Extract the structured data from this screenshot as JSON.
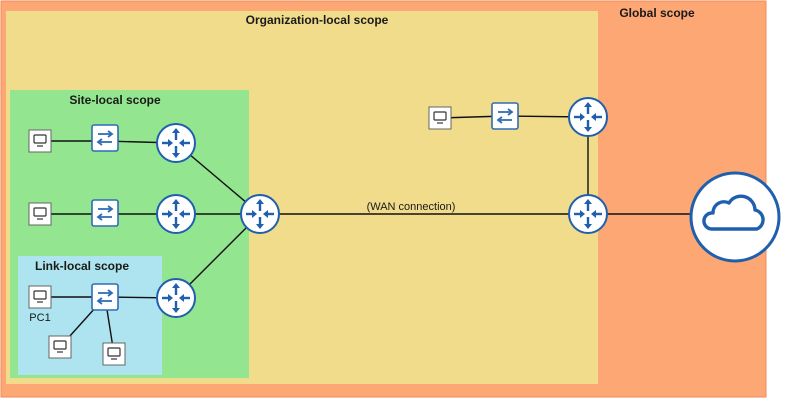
{
  "scopes": {
    "global": "Global scope",
    "organization_local": "Organization-local scope",
    "site_local": "Site-local scope",
    "link_local": "Link-local scope"
  },
  "labels": {
    "wan_connection": "(WAN connection)",
    "pc1": "PC1"
  },
  "colors": {
    "global_bg": "#fca774",
    "global_border": "#f38a55",
    "organization_bg": "#f0dc8a",
    "site_bg": "#93e58f",
    "link_bg": "#aee3f0",
    "device_blue": "#2f6db5",
    "node_outline": "#1f5fae"
  },
  "icons": [
    "pc-icon",
    "switch-icon",
    "router-icon",
    "cloud-icon"
  ]
}
